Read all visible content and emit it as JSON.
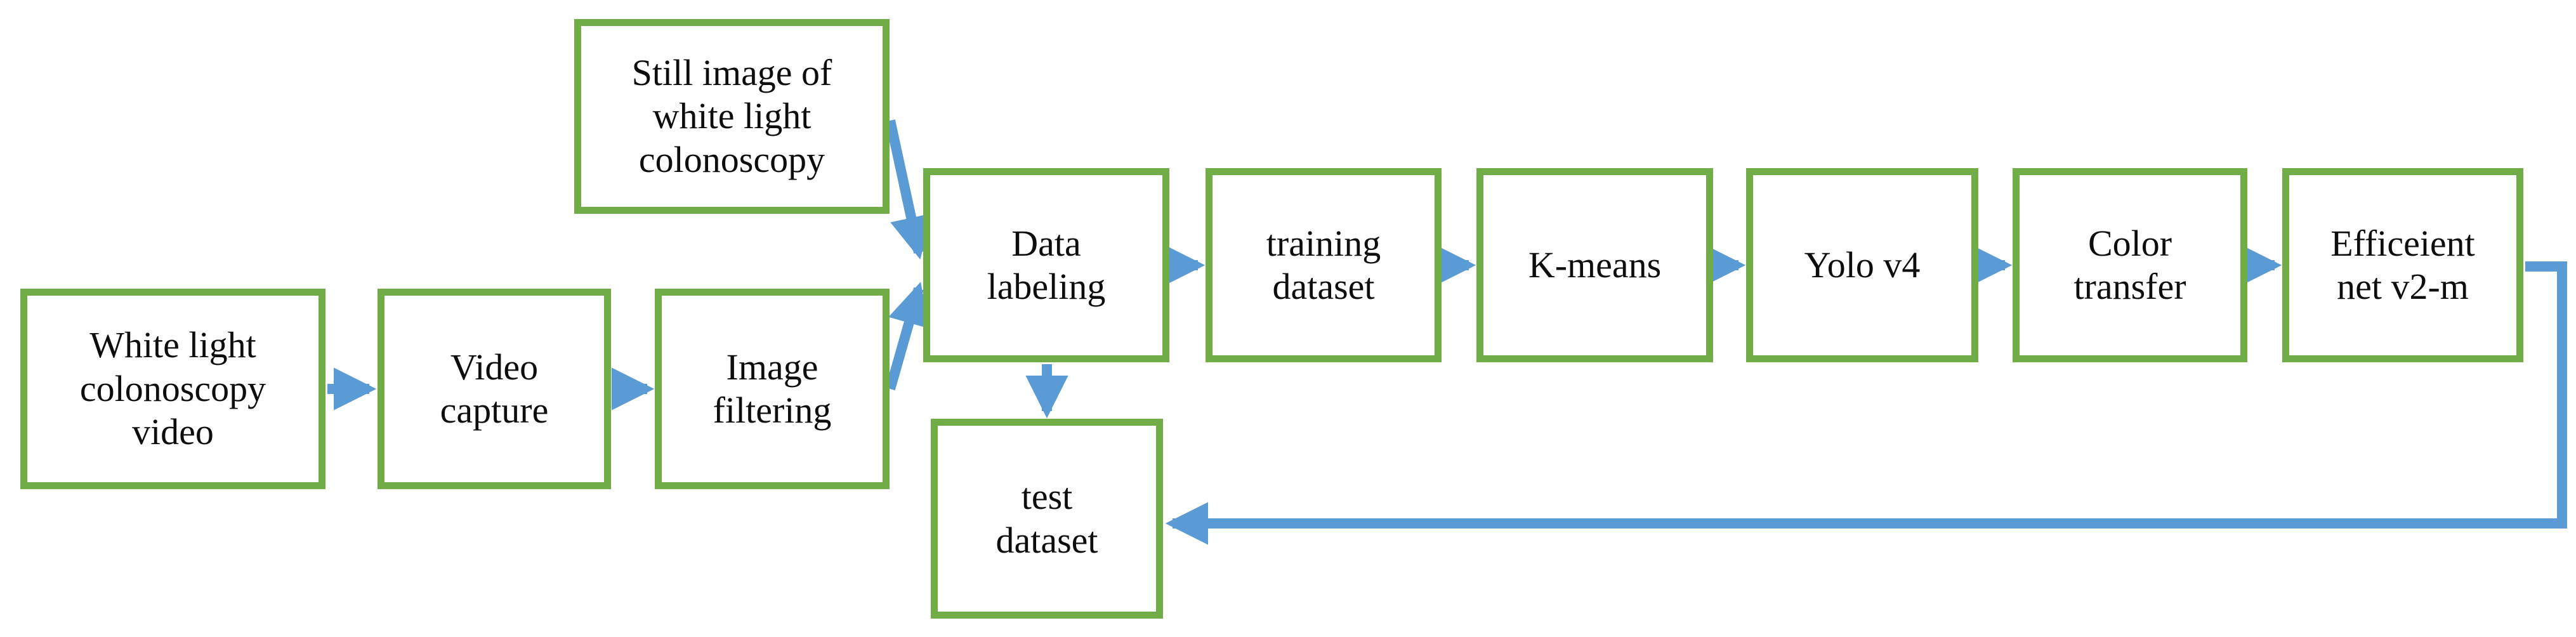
{
  "diagram": {
    "title": "Colonoscopy polyp detection pipeline flowchart",
    "palette": {
      "node_border": "#70AD47",
      "node_fill": "#FFFFFF",
      "arrow": "#5B9BD5",
      "text": "#0D0D0D",
      "background": "#FFFFFF"
    },
    "nodes": [
      {
        "id": "still-image",
        "label": "Still image of\nwhite light\ncolonoscopy"
      },
      {
        "id": "wl-video",
        "label": "White light\ncolonoscopy\nvideo"
      },
      {
        "id": "video-capture",
        "label": "Video\ncapture"
      },
      {
        "id": "image-filter",
        "label": "Image\nfiltering"
      },
      {
        "id": "data-label",
        "label": "Data\nlabeling"
      },
      {
        "id": "training-ds",
        "label": "training\ndataset"
      },
      {
        "id": "kmeans",
        "label": "K-means"
      },
      {
        "id": "yolo",
        "label": "Yolo v4"
      },
      {
        "id": "color-xfer",
        "label": "Color\ntransfer"
      },
      {
        "id": "effnet",
        "label": "Efficeient\nnet v2-m"
      },
      {
        "id": "test-ds",
        "label": "test\ndataset"
      }
    ],
    "edges": [
      {
        "from": "wl-video",
        "to": "video-capture",
        "style": "straight-right"
      },
      {
        "from": "video-capture",
        "to": "image-filter",
        "style": "straight-right"
      },
      {
        "from": "image-filter",
        "to": "data-label",
        "style": "diagonal-up-right"
      },
      {
        "from": "still-image",
        "to": "data-label",
        "style": "diagonal-down-right"
      },
      {
        "from": "data-label",
        "to": "training-ds",
        "style": "straight-right"
      },
      {
        "from": "training-ds",
        "to": "kmeans",
        "style": "straight-right"
      },
      {
        "from": "kmeans",
        "to": "yolo",
        "style": "straight-right"
      },
      {
        "from": "yolo",
        "to": "color-xfer",
        "style": "straight-right"
      },
      {
        "from": "color-xfer",
        "to": "effnet",
        "style": "straight-right"
      },
      {
        "from": "data-label",
        "to": "test-ds",
        "style": "straight-down"
      },
      {
        "from": "effnet",
        "to": "test-ds",
        "style": "loop-back-left"
      }
    ]
  }
}
